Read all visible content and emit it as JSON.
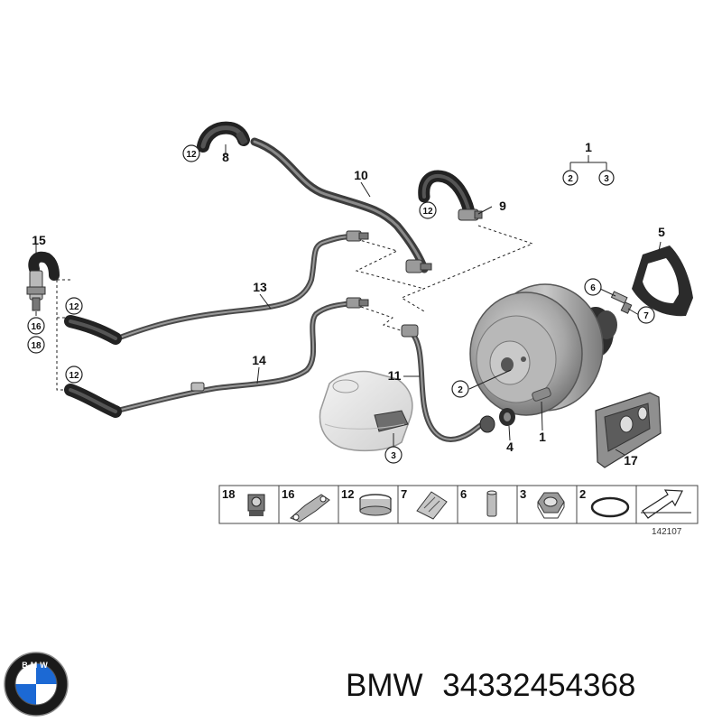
{
  "diagram": {
    "callouts": [
      "1",
      "2",
      "3",
      "4",
      "5",
      "6",
      "7",
      "8",
      "9",
      "10",
      "11",
      "12",
      "13",
      "14",
      "15",
      "16",
      "17",
      "18"
    ],
    "part_1_group": {
      "parent": "1",
      "children": [
        "2",
        "3"
      ]
    },
    "parts_strip": {
      "items": [
        "18",
        "16",
        "12",
        "7",
        "6",
        "3",
        "2"
      ],
      "ref_code": "142107"
    }
  },
  "footer": {
    "brand": "BMW",
    "part_number": "34332454368",
    "logo_text": "BMW"
  },
  "colors": {
    "hose": "#3d3d3d",
    "metal": "#9e9e9e",
    "outline": "#222222",
    "bmw_blue": "#1c69d4"
  }
}
